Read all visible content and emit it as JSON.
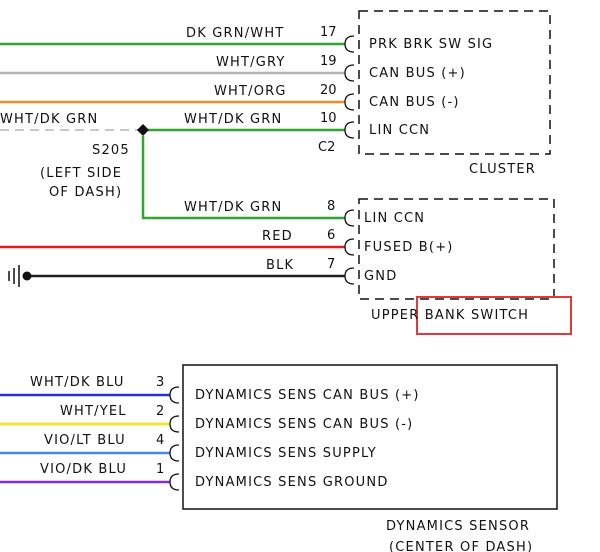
{
  "cluster": {
    "label": "CLUSTER",
    "connector": "C2",
    "pins": [
      {
        "wire": "DK GRN/WHT",
        "pin": "17",
        "signal": "PRK BRK SW SIG",
        "color": "#2ea82e"
      },
      {
        "wire": "WHT/GRY",
        "pin": "19",
        "signal": "CAN BUS (+)",
        "color": "#b5b5b5"
      },
      {
        "wire": "WHT/ORG",
        "pin": "20",
        "signal": "CAN BUS (-)",
        "color": "#f08c24"
      },
      {
        "wire": "WHT/DK GRN",
        "pin": "10",
        "signal": "LIN CCN",
        "color": "#2ea82e"
      }
    ]
  },
  "splice": {
    "left_wire": "WHT/DK GRN",
    "id": "S205",
    "location_line1": "(LEFT SIDE",
    "location_line2": "OF DASH)"
  },
  "switch": {
    "label": "UPPER BANK SWITCH",
    "highlight_color": "#e03a3a",
    "pins": [
      {
        "wire": "WHT/DK GRN",
        "pin": "8",
        "signal": "LIN CCN",
        "color": "#2ea82e"
      },
      {
        "wire": "RED",
        "pin": "6",
        "signal": "FUSED B(+)",
        "color": "#e11b1b"
      },
      {
        "wire": "BLK",
        "pin": "7",
        "signal": "GND",
        "color": "#222222"
      }
    ]
  },
  "sensor": {
    "label_line1": "DYNAMICS SENSOR",
    "label_line2": "(CENTER OF DASH)",
    "pins": [
      {
        "wire": "WHT/DK BLU",
        "pin": "3",
        "signal": "DYNAMICS SENS CAN BUS (+)",
        "color": "#2233cc"
      },
      {
        "wire": "WHT/YEL",
        "pin": "2",
        "signal": "DYNAMICS SENS CAN BUS (-)",
        "color": "#f2e23a"
      },
      {
        "wire": "VIO/LT BLU",
        "pin": "4",
        "signal": "DYNAMICS SENS SUPPLY",
        "color": "#4a86e8"
      },
      {
        "wire": "VIO/DK BLU",
        "pin": "1",
        "signal": "DYNAMICS SENS GROUND",
        "color": "#8a2be2"
      }
    ]
  }
}
